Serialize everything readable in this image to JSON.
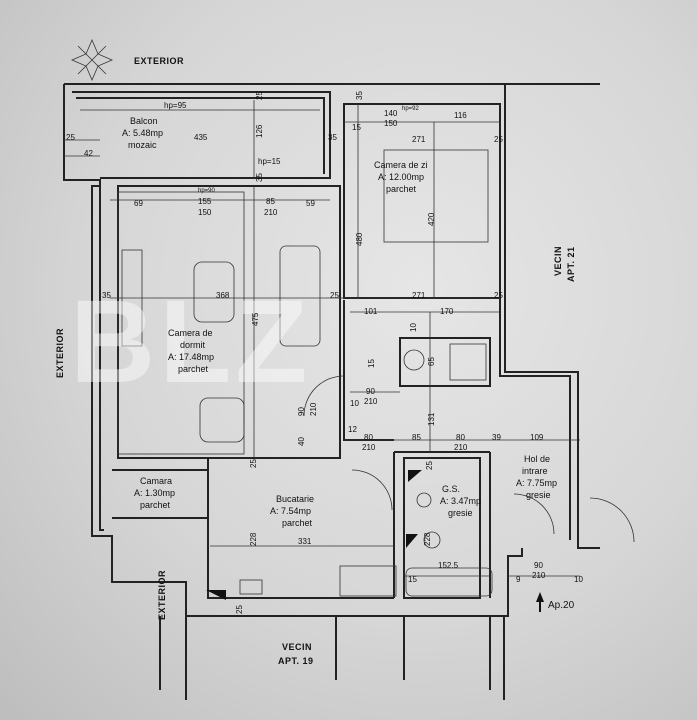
{
  "labels": {
    "exterior_top": "EXTERIOR",
    "exterior_left": "EXTERIOR",
    "exterior_bottom": "EXTERIOR",
    "vecin_right_1": "VECIN",
    "vecin_right_2": "APT. 21",
    "vecin_bottom_1": "VECIN",
    "vecin_bottom_2": "APT. 19",
    "ap_next": "Ap.20",
    "watermark": "BLZ"
  },
  "rooms": {
    "balcon": {
      "name": "Balcon",
      "area": "A: 5.48mp",
      "finish": "mozaic"
    },
    "camera_zi": {
      "name": "Camera de zi",
      "area": "A: 12.00mp",
      "finish": "parchet"
    },
    "camera_dormit": {
      "name1": "Camera de",
      "name2": "dormit",
      "area": "A: 17.48mp",
      "finish": "parchet"
    },
    "camara": {
      "name": "Camara",
      "area": "A: 1.30mp",
      "finish": "parchet"
    },
    "bucatarie": {
      "name": "Bucatarie",
      "area": "A: 7.54mp",
      "finish": "parchet"
    },
    "gs": {
      "name": "G.S.",
      "area": "A: 3.47mp",
      "finish": "gresie"
    },
    "hol": {
      "name1": "Hol de",
      "name2": "intrare",
      "area": "A: 7.75mp",
      "finish": "gresie"
    }
  },
  "dimensions": {
    "hp95": "hp=95",
    "d435": "435",
    "d126": "126",
    "d25a": "25",
    "d25b": "25",
    "d42": "42",
    "d35a": "35",
    "hp15": "hp=15",
    "d35b": "35",
    "hp92": "hp=92",
    "d140": "140",
    "d150a": "150",
    "d116": "116",
    "d271a": "271",
    "d25c": "25",
    "d15a": "15",
    "d35c": "35",
    "hp90": "hp=90",
    "d69": "69",
    "d155": "155",
    "d150b": "150",
    "d85a": "85",
    "d210a": "210",
    "d59": "59",
    "d480": "480",
    "d420": "420",
    "d475": "475",
    "d35d": "35",
    "d368": "368",
    "d25d": "25",
    "d271b": "271",
    "d25e": "25",
    "d101": "101",
    "d170": "170",
    "d10a": "10",
    "d65": "65",
    "d15b": "15",
    "d90a": "90",
    "d210b": "210",
    "d10b": "10",
    "d90b": "90",
    "d210c": "210",
    "d40": "40",
    "d12": "12",
    "d80a": "80",
    "d85b": "85",
    "d80b": "80",
    "d39": "39",
    "d109": "109",
    "d210d": "210",
    "d210e": "210",
    "d131": "131",
    "d25f": "25",
    "d25g": "25",
    "d228a": "228",
    "d228b": "228",
    "d331": "331",
    "d152": "152.5",
    "d15c": "15",
    "d25h": "25",
    "d90c": "90",
    "d210f": "210",
    "d9": "9",
    "d10c": "10"
  }
}
